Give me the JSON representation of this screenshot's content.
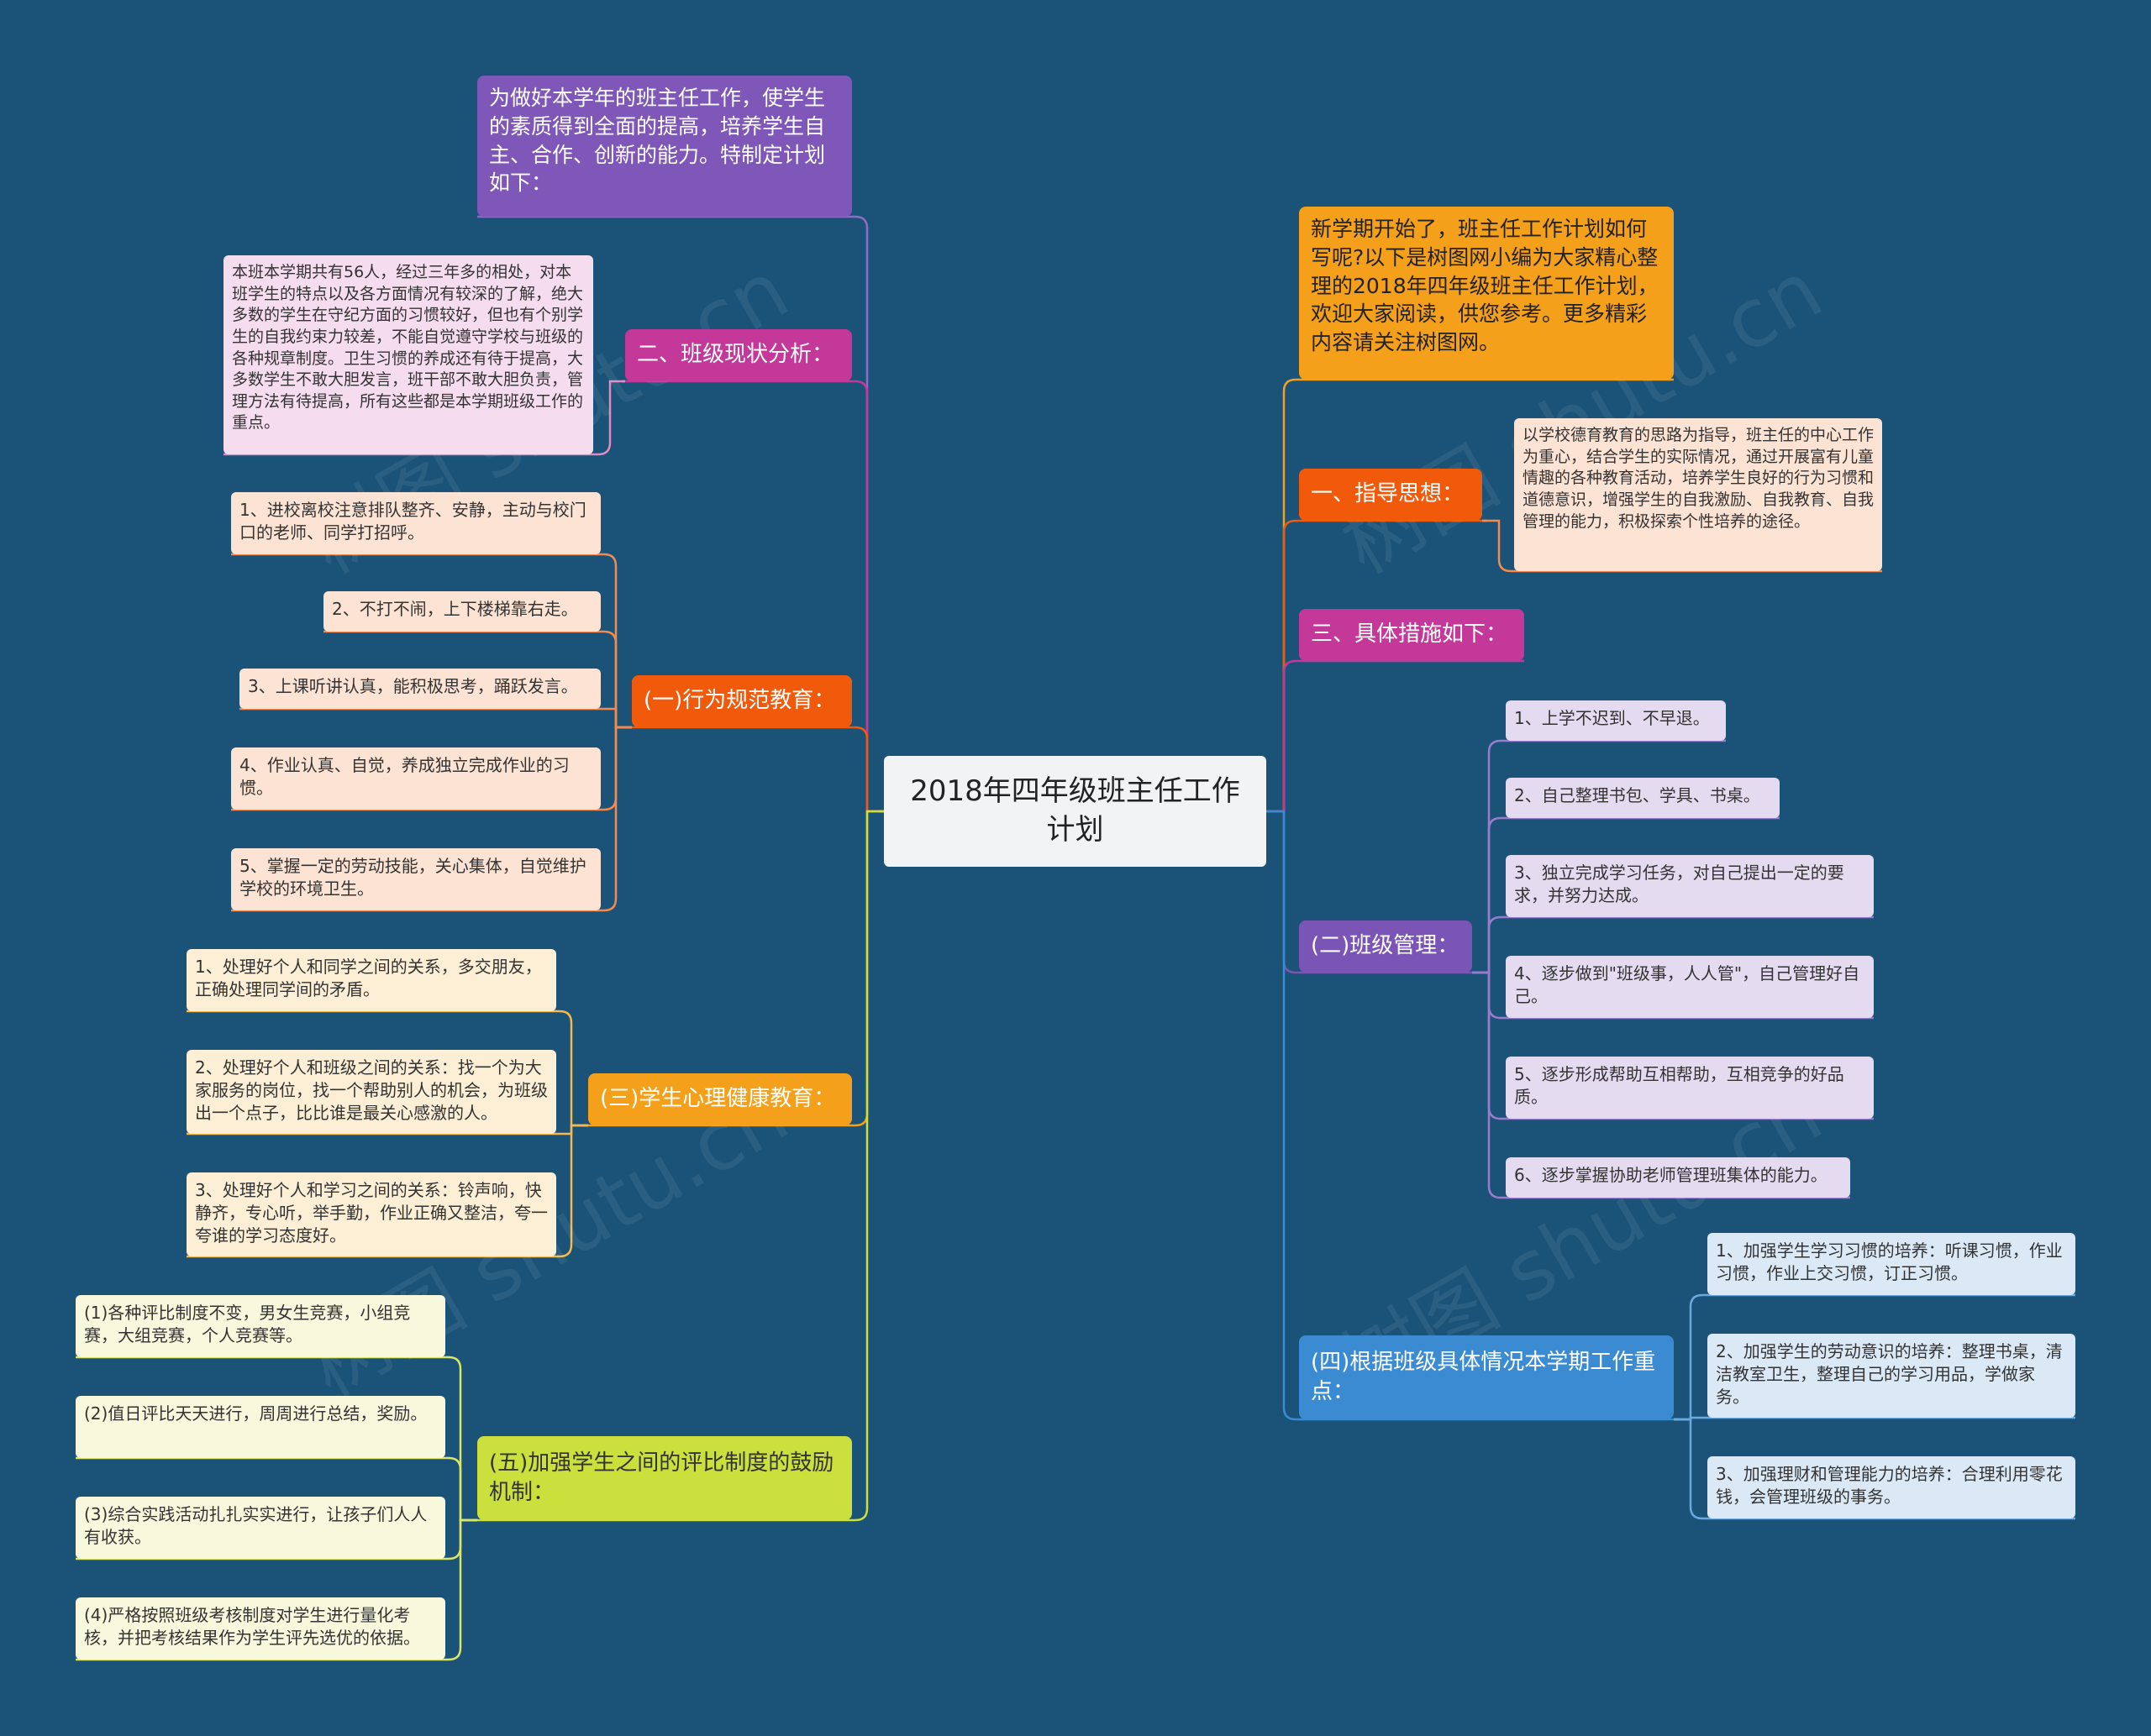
{
  "root": "2018年四年级班主任工作计划",
  "intro_left": "为做好本学年的班主任工作，使学生的素质得到全面的提高，培养学生自主、合作、创新的能力。特制定计划如下：",
  "intro_right": "新学期开始了，班主任工作计划如何写呢?以下是树图网小编为大家精心整理的2018年四年级班主任工作计划，欢迎大家阅读，供您参考。更多精彩内容请关注树图网。",
  "watermark": "树图 shutu.cn",
  "left": {
    "class_status": {
      "label": "二、班级现状分析：",
      "detail": "本班本学期共有56人，经过三年多的相处，对本班学生的特点以及各方面情况有较深的了解，绝大多数的学生在守纪方面的习惯较好，但也有个别学生的自我约束力较差，不能自觉遵守学校与班级的各种规章制度。卫生习惯的养成还有待于提高，大多数学生不敢大胆发言，班干部不敢大胆负责，管理方法有待提高，所有这些都是本学期班级工作的重点。"
    },
    "behavior": {
      "label": "(一)行为规范教育：",
      "items": [
        "1、进校离校注意排队整齐、安静，主动与校门口的老师、同学打招呼。",
        "2、不打不闹，上下楼梯靠右走。",
        "3、上课听讲认真，能积极思考，踊跃发言。",
        "4、作业认真、自觉，养成独立完成作业的习惯。",
        "5、掌握一定的劳动技能，关心集体，自觉维护学校的环境卫生。"
      ]
    },
    "mental": {
      "label": "(三)学生心理健康教育：",
      "items": [
        "1、处理好个人和同学之间的关系，多交朋友，正确处理同学间的矛盾。",
        "2、处理好个人和班级之间的关系：找一个为大家服务的岗位，找一个帮助别人的机会，为班级出一个点子，比比谁是最关心感激的人。",
        "3、处理好个人和学习之间的关系：铃声响，快静齐，专心听，举手勤，作业正确又整洁，夸一夸谁的学习态度好。"
      ]
    },
    "evaluation": {
      "label": "(五)加强学生之间的评比制度的鼓励机制：",
      "items": [
        "(1)各种评比制度不变，男女生竞赛，小组竞赛，大组竞赛，个人竞赛等。",
        "(2)值日评比天天进行，周周进行总结，奖励。",
        "(3)综合实践活动扎扎实实进行，让孩子们人人有收获。",
        "(4)严格按照班级考核制度对学生进行量化考核，并把考核结果作为学生评先选优的依据。"
      ]
    }
  },
  "right": {
    "guiding": {
      "label": "一、指导思想：",
      "detail": "以学校德育教育的思路为指导，班主任的中心工作为重心，结合学生的实际情况，通过开展富有儿童情趣的各种教育活动，培养学生良好的行为习惯和道德意识，增强学生的自我激励、自我教育、自我管理的能力，积极探索个性培养的途径。"
    },
    "measures": {
      "label": "三、具体措施如下："
    },
    "management": {
      "label": "(二)班级管理：",
      "items": [
        "1、上学不迟到、不早退。",
        "2、自己整理书包、学具、书桌。",
        "3、独立完成学习任务，对自己提出一定的要求，并努力达成。",
        "4、逐步做到\"班级事，人人管\"，自己管理好自己。",
        "5、逐步形成帮助互相帮助，互相竞争的好品质。",
        "6、逐步掌握协助老师管理班集体的能力。"
      ]
    },
    "focus": {
      "label": "(四)根据班级具体情况本学期工作重点：",
      "items": [
        "1、加强学生学习习惯的培养：听课习惯，作业习惯，作业上交习惯，订正习惯。",
        "2、加强学生的劳动意识的培养：整理书桌，清洁教室卫生，整理自己的学习用品，学做家务。",
        "3、加强理财和管理能力的培养：合理利用零花钱，会管理班级的事务。"
      ]
    }
  },
  "colors": {
    "background": "#1b5378",
    "purple": "#7e57b8",
    "magenta": "#c4389a",
    "orange_red": "#f25a0b",
    "orange": "#f5a01a",
    "lime": "#cbdf3d",
    "violet": "#7b55b5",
    "blue": "#3a8bd2"
  }
}
